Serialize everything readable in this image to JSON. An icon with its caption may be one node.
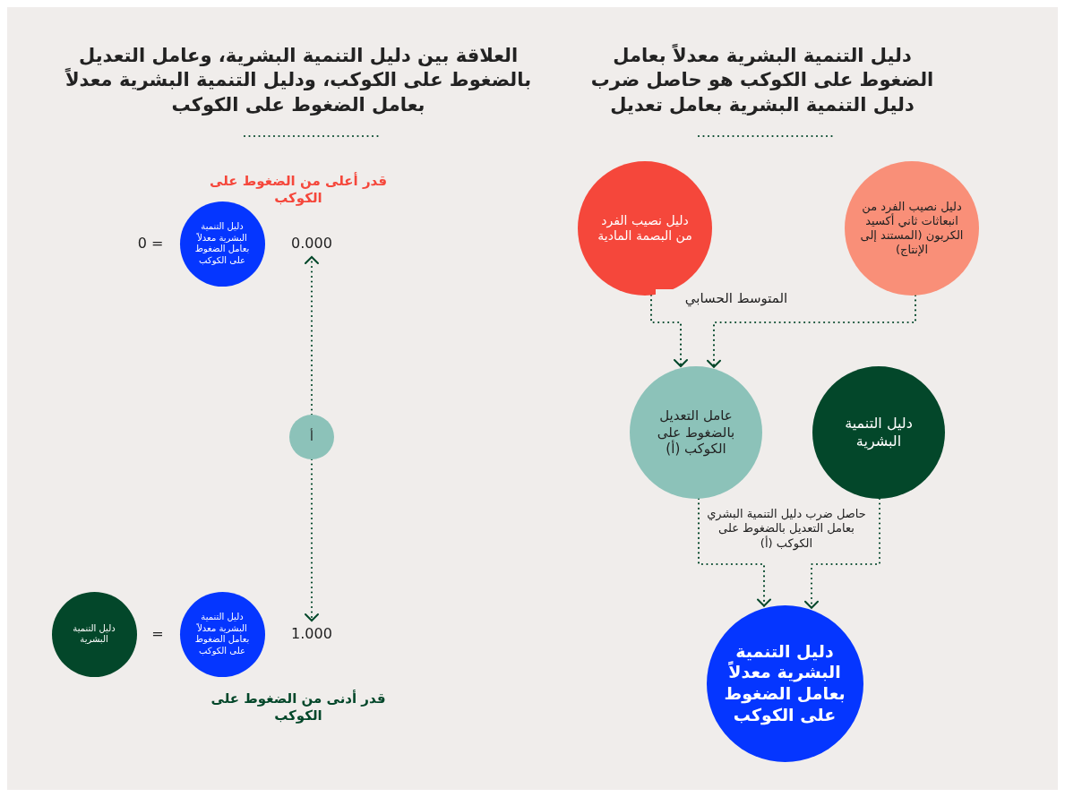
{
  "diagram": {
    "nodes": [
      {
        "text": [
          "دليل نصيب الفرد من البصمة المادية"
        ]
      },
      {
        "text": [
          "دليل نصيب الفرد من انبعاثات ثاني أكسيد الكربون (المستند إلى الإنتاج)"
        ]
      },
      {
        "text": [
          "عامل التعديل بالضغوط على الكوكب (أ)"
        ]
      },
      {
        "text": [
          "دليل التنمية البشرية"
        ]
      },
      {
        "text": [
          "دليل التنمية البشرية معدلاً بعامل الضغوط على الكوكب"
        ]
      },
      {
        "text": [
          "دليل التنمية البشرية معدلاً بعامل الضغوط على الكوكب"
        ]
      },
      {
        "text": [
          "أ"
        ]
      },
      {
        "text": [
          "دليل التنمية البشرية"
        ]
      },
      {
        "text": [
          "دليل التنمية البشرية معدلاً بعامل الضغوط على الكوكب"
        ]
      },
      {
        "text": [
          "0.000"
        ]
      },
      {
        "text": [
          "1.000"
        ]
      }
    ],
    "edges": [
      {
        "from": 0,
        "to": 2,
        "arrow": "to"
      },
      {
        "from": 1,
        "to": 2,
        "arrow": "to",
        "label": "المتوسط الحسابي"
      },
      {
        "from": 2,
        "to": 4,
        "arrow": "to",
        "label": "حاصل ضرب دليل التنمية البشري بعامل التعديل بالضغوط على الكوكب (أ)"
      },
      {
        "from": 3,
        "to": 4,
        "arrow": "to"
      },
      {
        "from": 6,
        "to": 9,
        "arrow": "to"
      },
      {
        "from": 6,
        "to": 10,
        "arrow": "to"
      }
    ],
    "labels": [
      "العلاقة بين دليل التنمية البشرية، وعامل التعديل بالضغوط على الكوكب، ودليل التنمية البشرية معدلاً بعامل الضغوط على الكوكب",
      "دليل التنمية البشرية معدلاً بعامل الضغوط على الكوكب هو حاصل ضرب دليل التنمية البشرية بعامل تعديل",
      "قدر أعلى من الضغوط على الكوكب",
      "0 =",
      "=",
      "قدر أدنى من الضغوط على الكوكب"
    ]
  }
}
